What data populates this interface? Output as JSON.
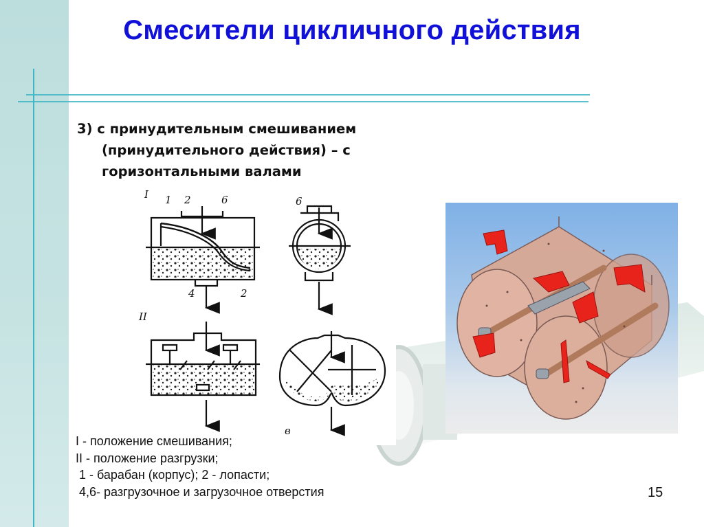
{
  "slide": {
    "title": "Смесители цикличного действия",
    "subtitle": {
      "lines": [
        "3) с принудительным смешиванием",
        "(принудительного действия) – с",
        "горизонтальными валами"
      ]
    },
    "diagram": {
      "section_labels": [
        "I",
        "II"
      ],
      "callouts": [
        "1",
        "2",
        "6",
        "4",
        "2",
        "6",
        "в"
      ]
    },
    "legend": {
      "lines": [
        "I - положение смешивания;",
        "II - положение разгрузки;",
        " 1 - барабан (корпус); 2 - лопасти;",
        " 4,6- разгрузочное и загрузочное отверстия"
      ]
    },
    "page_number": "15",
    "colors": {
      "title": "#1010d8",
      "accent_line": "#3fb6c4",
      "left_band": "#bcdedd",
      "paddle_red": "#e8231c",
      "drum_shell": "#d9a894"
    }
  }
}
